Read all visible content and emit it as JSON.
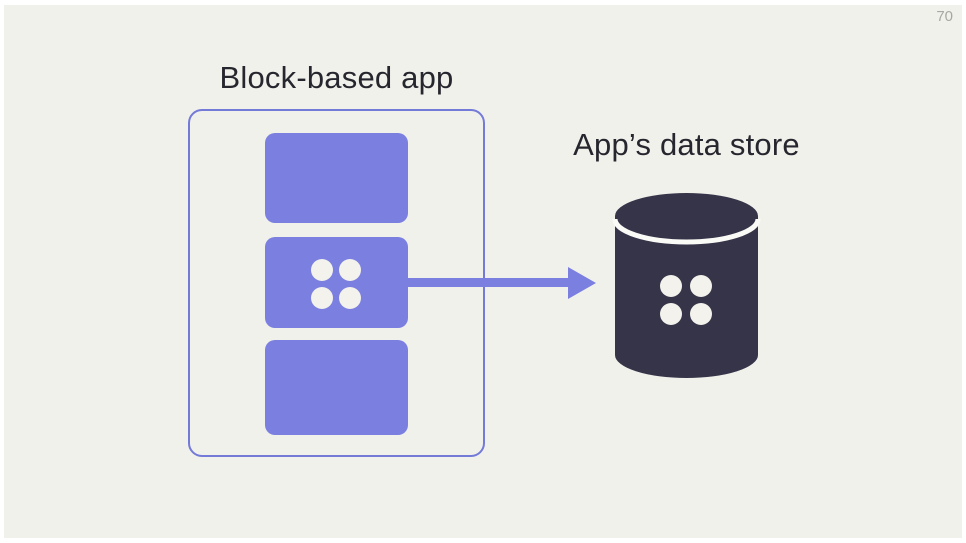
{
  "page": {
    "number": "70"
  },
  "titles": {
    "app": "Block-based app",
    "datastore": "App’s data store"
  },
  "icons": {
    "database": "database-cylinder-icon",
    "dots": "four-dots-icon"
  },
  "colors": {
    "background": "#f1f1ec",
    "frame": "#ffffff",
    "accent": "#7b7fe0",
    "outline": "#747ad8",
    "dark": "#363448",
    "dot": "#f3f2ec",
    "line": "#fafaf7",
    "text": "#26262e",
    "page_number": "#a7a7a4"
  }
}
